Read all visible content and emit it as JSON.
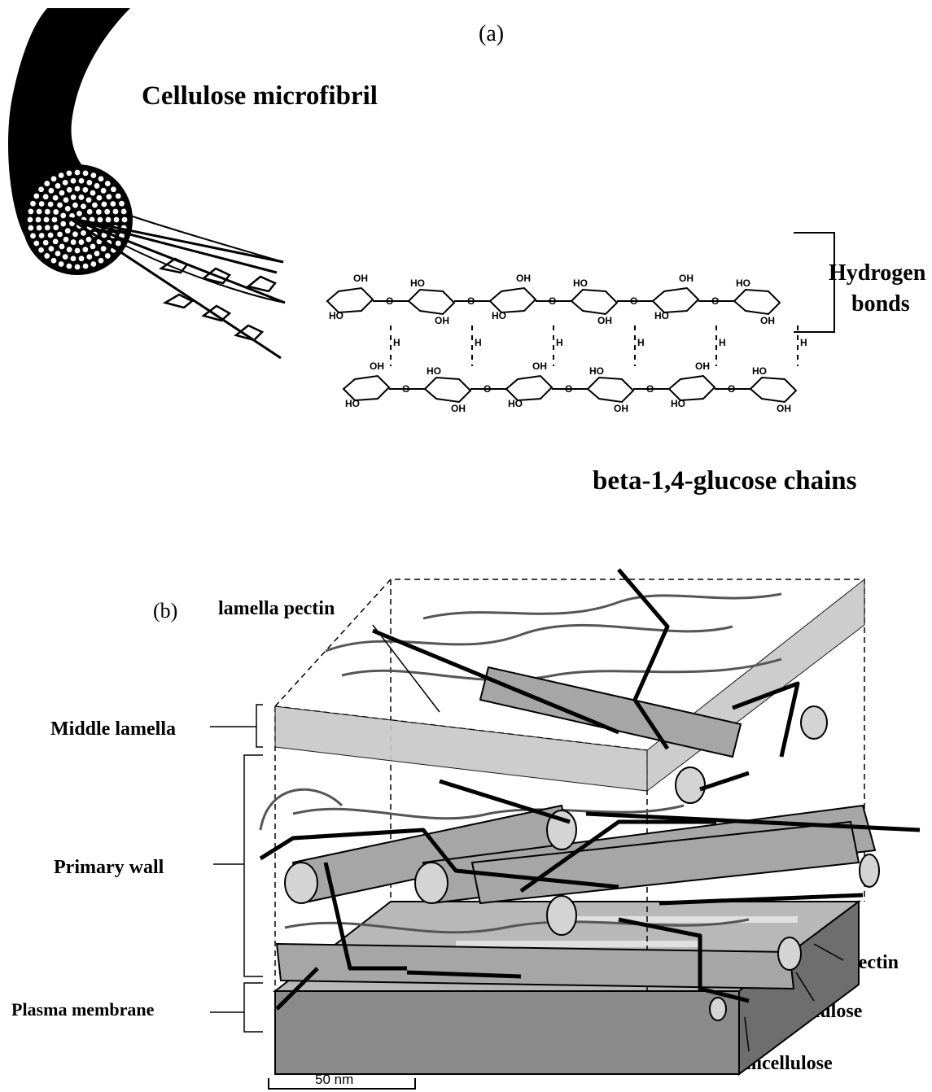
{
  "panel_a": {
    "label": "(a)",
    "microfibril_label": "Cellulose microfibril",
    "hbond_label_line1": "Hydrogen",
    "hbond_label_line2": "bonds",
    "chains_label": "beta-1,4-glucose chains",
    "chem_labels": {
      "oh": "OH",
      "ho": "HO",
      "o": "O",
      "h": "H"
    }
  },
  "panel_b": {
    "label": "(b)",
    "lamella_pectin": "lamella pectin",
    "middle_lamella": "Middle lamella",
    "primary_wall": "Primary wall",
    "plasma_membrane": "Plasma membrane",
    "pectin": "Pectin",
    "cellulose": "Cellulose",
    "hemicellulose": "Hemicellulose",
    "scale": "50 nm"
  },
  "colors": {
    "fiber_black": "#000000",
    "lamella_gray": "#c8c8c8",
    "membrane_gray": "#8a8a8a",
    "membrane_top": "#b8b8b8",
    "rod_gray": "#9a9a9a"
  }
}
